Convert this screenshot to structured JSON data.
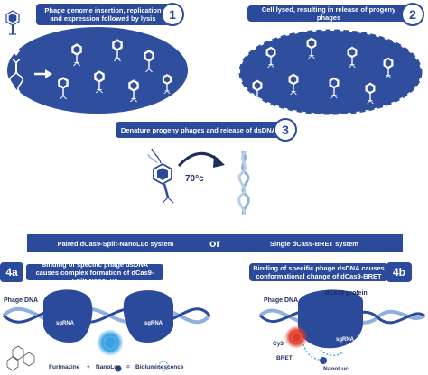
{
  "step1": {
    "number": "1",
    "text": "Phage genome insertion, replication and expression followed by lysis"
  },
  "step2": {
    "number": "2",
    "text": "Cell lysed, resulting in release of progeny phages"
  },
  "step3": {
    "number": "3",
    "text": "Denature progeny phages and release of dsDNA",
    "temperature": "70°c"
  },
  "systems": {
    "left": "Paired dCas9-Split-NanoLuc system",
    "or": "or",
    "right": "Single dCas9-BRET system"
  },
  "step4a": {
    "number": "4a",
    "text": "Binding of specific phage dsDNA causes complex formation of dCas9-Split-NanoLuc"
  },
  "step4b": {
    "number": "4b",
    "text": "Binding of specific phage dsDNA causes conformational change of dCas9-BRET"
  },
  "panel4a": {
    "phage_dna": "Phage DNA",
    "sgrna_left": "sgRNA",
    "sgrna_right": "sgRNA",
    "furimazine": "Furimazine",
    "plus": "+",
    "nanoluc": "NanoLuc",
    "equals": "=",
    "bioluminescence": "Bioluminescence"
  },
  "panel4b": {
    "phage_dna": "Phage DNA",
    "protein": "dCas9 protein",
    "sgrna": "sgRNA",
    "cy3": "Cy3",
    "bret": "BRET",
    "nanoluc": "NanoLuc"
  },
  "colors": {
    "primary": "#2b4a9b",
    "cell": "#2f4e9e",
    "dna": "#8fb0d8",
    "glow": "#3aa0e0",
    "red": "#e03a2a"
  }
}
